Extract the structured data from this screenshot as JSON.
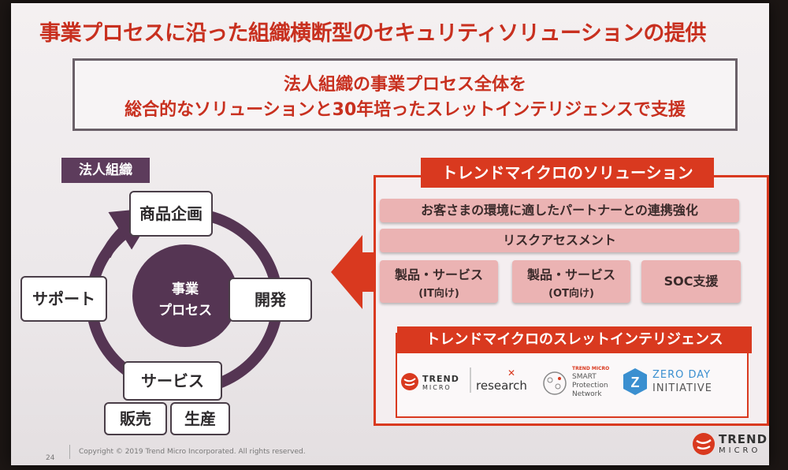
{
  "title": "事業プロセスに沿った組織横断型のセキュリティソリューションの提供",
  "banner": {
    "line1": "法人組織の事業プロセス全体を",
    "line2": "総合的なソリューションと30年培ったスレットインテリジェンスで支援"
  },
  "org": {
    "label": "法人組織",
    "center_line1": "事業",
    "center_line2": "プロセス",
    "stages": {
      "planning": "商品企画",
      "development": "開発",
      "service": "サービス",
      "support": "サポート",
      "sales": "販売",
      "production": "生産"
    }
  },
  "solutions": {
    "header": "トレンドマイクロのソリューション",
    "partner": "お客さまの環境に適したパートナーとの連携強化",
    "risk": "リスクアセスメント",
    "it_line1": "製品・サービス",
    "it_line2": "(IT向け)",
    "ot_line1": "製品・サービス",
    "ot_line2": "(OT向け)",
    "soc": "SOC支援"
  },
  "threat_intel": {
    "header": "トレンドマイクロのスレットインテリジェンス",
    "logo_trend_1": "TREND",
    "logo_trend_2": "MICRO",
    "logo_research": "research",
    "spn_1": "TREND MICRO",
    "spn_2": "SMART",
    "spn_3": "Protection",
    "spn_4": "Network",
    "zdi_1": "ZERO DAY",
    "zdi_2": "INITIATIVE"
  },
  "footer": {
    "page_number": "24",
    "copyright": "Copyright © 2019 Trend Micro Incorporated. All rights reserved."
  },
  "brand": {
    "line1": "TREND",
    "line2": "MICRO"
  },
  "colors": {
    "accent_red": "#d9391f",
    "title_red": "#c8301f",
    "purple": "#553553",
    "pink": "#ebb3b3"
  }
}
